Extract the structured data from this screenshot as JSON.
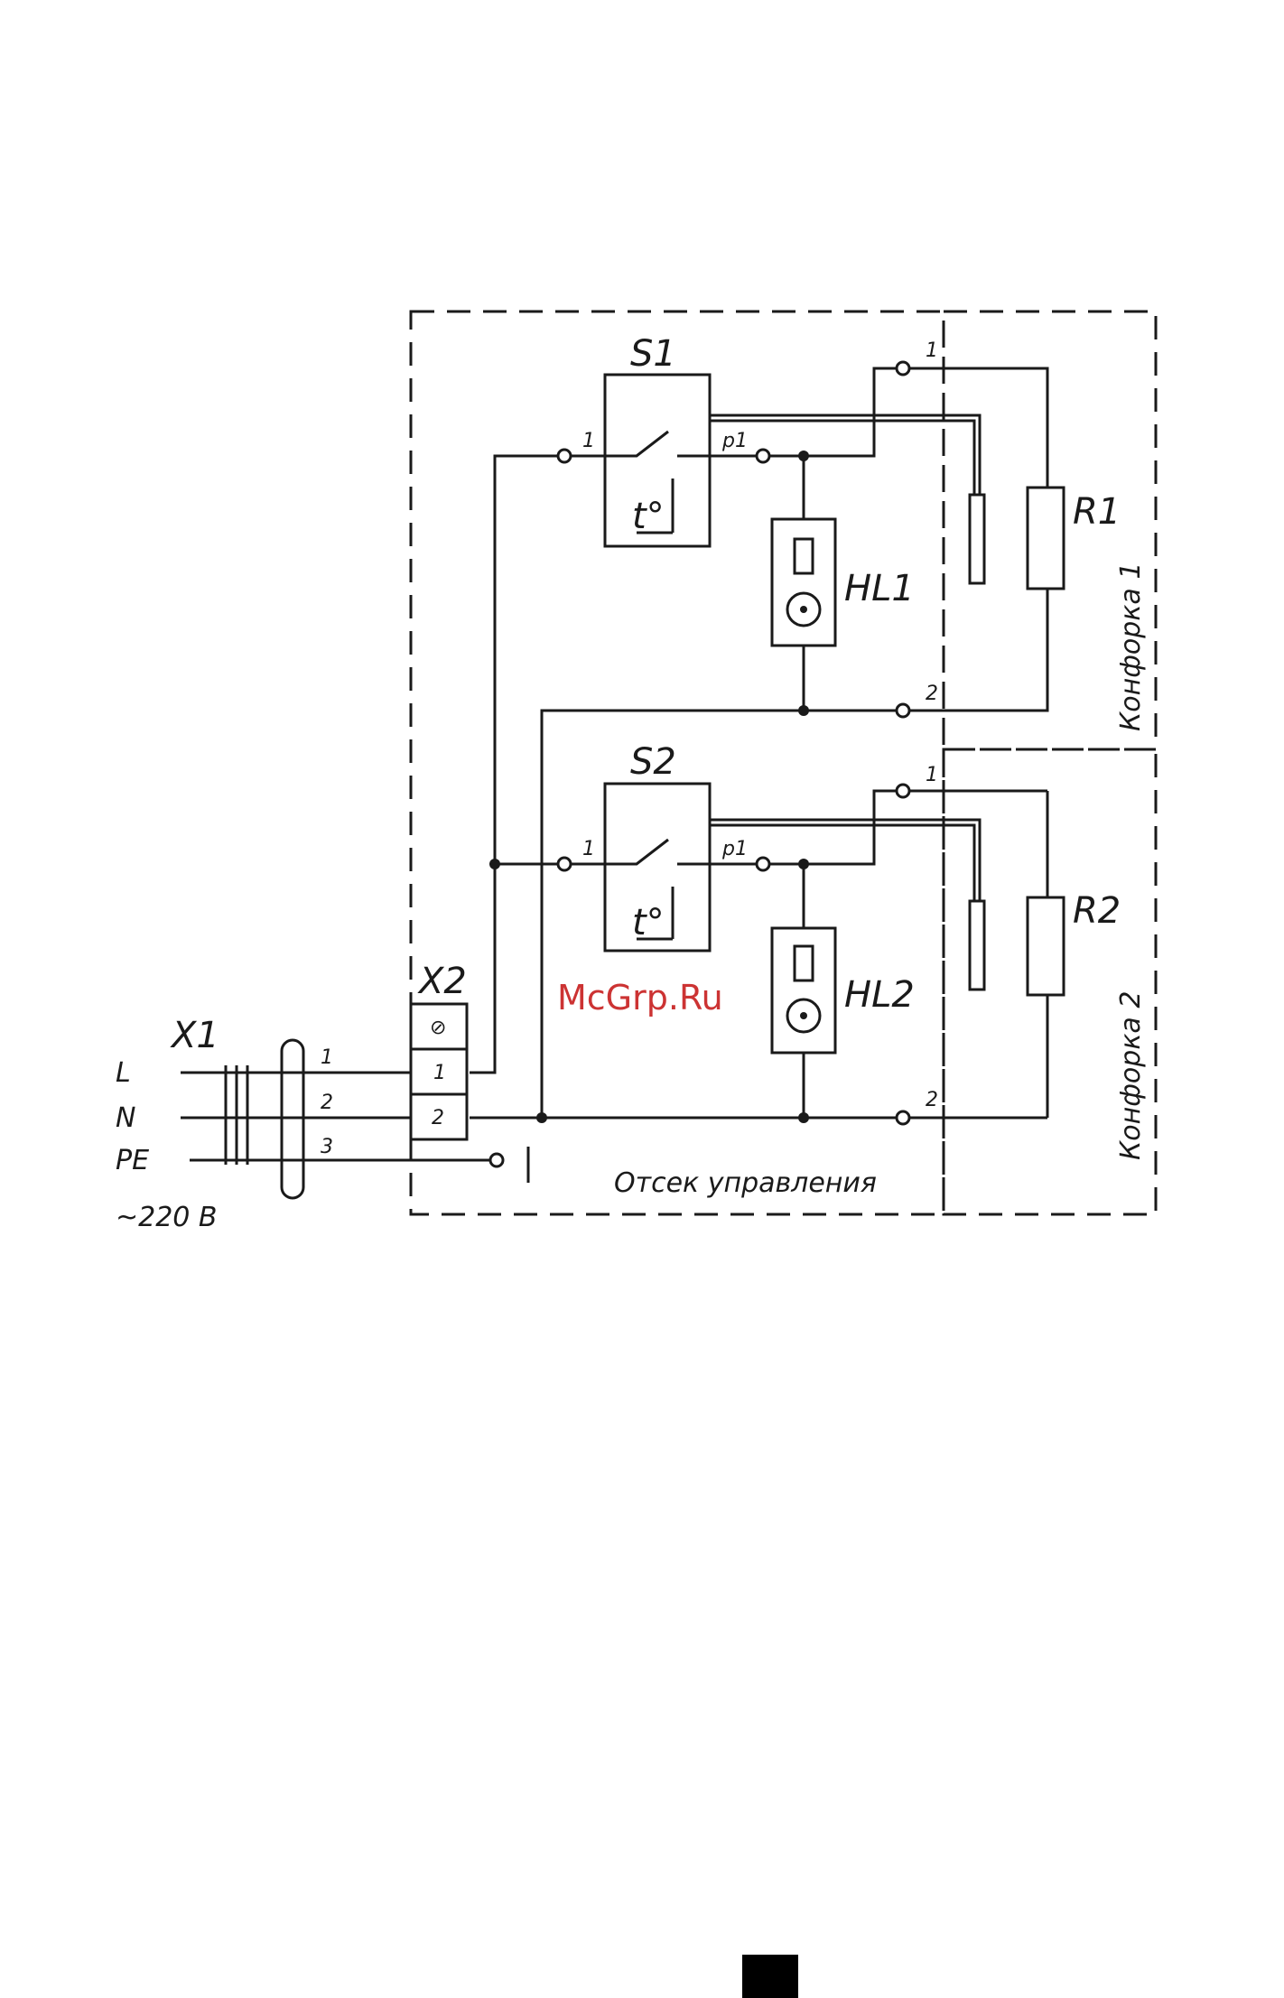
{
  "diagram": {
    "labels": {
      "s1": "S1",
      "s2": "S2",
      "r1": "R1",
      "r2": "R2",
      "hl1": "HL1",
      "hl2": "HL2",
      "x1": "X1",
      "x2": "X2",
      "line_l": "L",
      "line_n": "N",
      "line_pe": "PE",
      "voltage": "~220 В",
      "compartment": "Отсек управления",
      "burner1": "Конфорка 1",
      "burner2": "Конфорка 2",
      "thermo1": "t°",
      "thermo2": "t°",
      "s1_in": "1",
      "s1_out": "p1",
      "s2_in": "1",
      "s2_out": "p1",
      "r1_t1": "1",
      "r1_t2": "2",
      "r2_t1": "1",
      "r2_t2": "2",
      "x1_1": "1",
      "x1_2": "2",
      "x1_3": "3",
      "x2_pe": "⊘",
      "x2_1": "1",
      "x2_2": "2"
    },
    "watermark": "McGrp.Ru",
    "page_number": ""
  }
}
